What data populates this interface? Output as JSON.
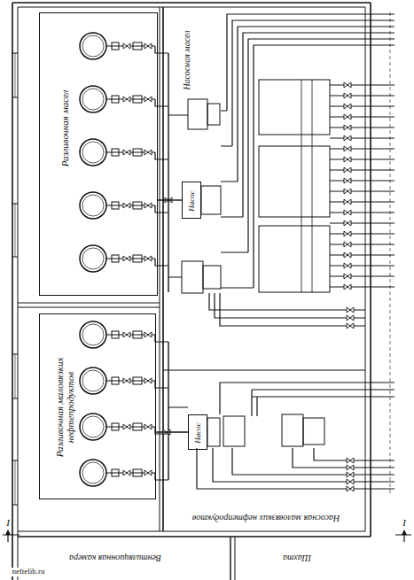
{
  "diagram": {
    "nodes": [
      {
        "text": [
          "Разливочная масел"
        ]
      },
      {
        "text": [
          "Разливочная маловязких нефтепродуктов"
        ]
      },
      {
        "text": [
          "Насос"
        ]
      },
      {
        "text": [
          "Насос"
        ]
      }
    ],
    "edges": [
      {
        "from": 0,
        "to": 2,
        "arrow": "none"
      },
      {
        "from": 1,
        "to": 3,
        "arrow": "none"
      }
    ],
    "labels": [
      "Насосная масел",
      "Насосная маловязких нефтепродуктов",
      "Вентиляционная камера",
      "Шахта",
      "I",
      "I",
      "neftelib.ru"
    ]
  }
}
